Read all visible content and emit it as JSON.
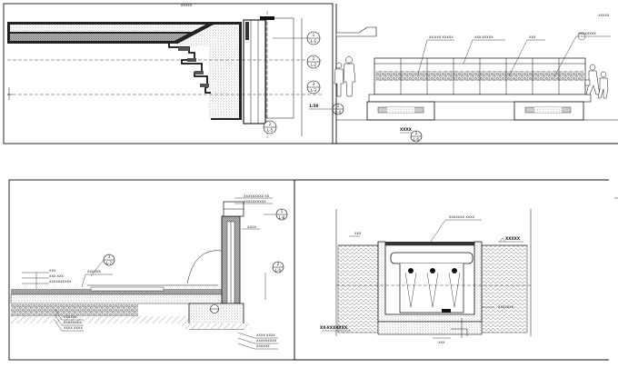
{
  "top_left": {
    "title": "XXXXX",
    "bubbles": [
      {
        "num": "1",
        "ref": "L-1"
      },
      {
        "num": "2",
        "ref": "L-2"
      },
      {
        "num": "3",
        "ref": "L-3"
      },
      {
        "num": "1",
        "ref": "L-4"
      },
      {
        "num": "2",
        "ref": "L-5"
      }
    ],
    "scale_tag": "1:50"
  },
  "top_right": {
    "labels": [
      "XX-XXX XXXXX",
      "XXX-XXXXX",
      "XXX",
      "XXXXXXXX"
    ],
    "section_title": "XXXX",
    "bubble_num": "2",
    "bubble_ref": "L-6"
  },
  "bottom_left": {
    "labels_left": [
      "XXX",
      "XXX XXX",
      "XXXXXXXXXX",
      "XXXXXX",
      "XXXXXXXX",
      "XXXX XXXX",
      "XXXXXX"
    ],
    "labels_right": [
      "XXXXXXXXX XX",
      "XXXXXXXXXX",
      "XXXX",
      "XXXX XXXX",
      "XXXXXXXXX",
      "XXXXXX"
    ],
    "bubble_a": {
      "num": "3",
      "ref": "L-7"
    },
    "bubble_b": {
      "num": "1",
      "ref": "L-8"
    },
    "bubble_c": {
      "num": "2",
      "ref": "L-9"
    }
  },
  "bottom_right": {
    "top_label": "XXXXXXX XXXX",
    "left_label": "XXX",
    "right_label": "XXXXX",
    "side_label": "XXXXXXX",
    "title": "XX-XXXXXXX",
    "bottom_tag": "XXX"
  }
}
